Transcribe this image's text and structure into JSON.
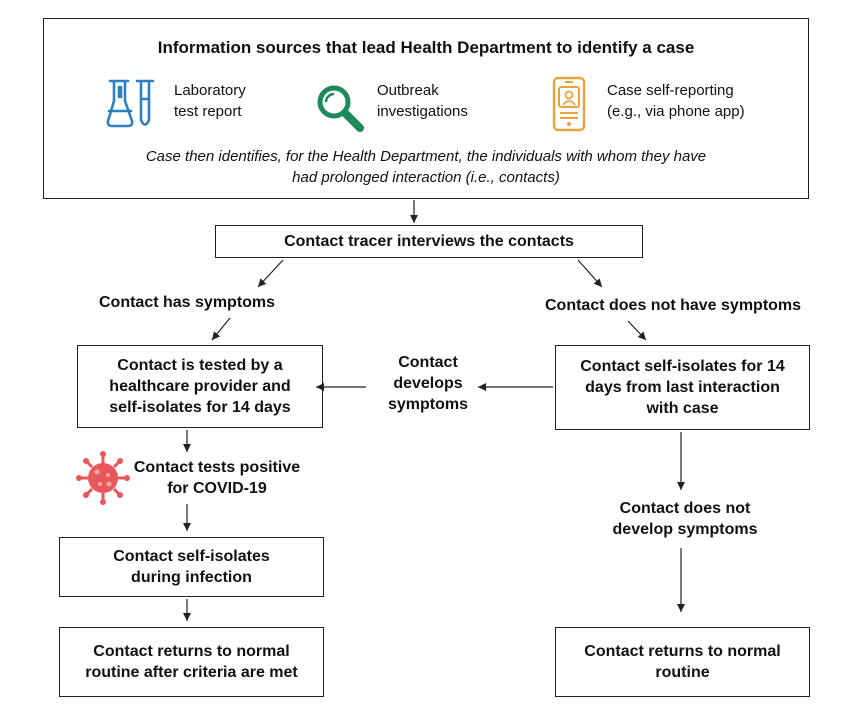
{
  "header": {
    "title": "Information sources that lead Health Department to identify a case",
    "sources": [
      {
        "label": "Laboratory\ntest report",
        "icon": "test-tubes-icon"
      },
      {
        "label": "Outbreak\ninvestigations",
        "icon": "magnifying-glass-icon"
      },
      {
        "label": "Case self-reporting\n(e.g., via phone app)",
        "icon": "phone-app-icon"
      }
    ],
    "note": "Case then identifies, for the Health Department, the individuals with whom they have\nhad prolonged interaction (i.e., contacts)"
  },
  "nodes": {
    "interview": "Contact tracer interviews the contacts",
    "has_symptoms": "Contact has symptoms",
    "no_symptoms": "Contact does not have symptoms",
    "tested": "Contact is tested by a\nhealthcare provider and\nself-isolates for 14 days",
    "develops": "Contact\ndevelops\nsymptoms",
    "self_isolates_14": "Contact self-isolates for 14\ndays from last interaction\nwith case",
    "tests_positive": "Contact tests positive\nfor COVID-19",
    "isolates_infection": "Contact self-isolates\nduring infection",
    "does_not_develop": "Contact does not\ndevelop symptoms",
    "returns_criteria": "Contact returns to normal\nroutine after criteria are met",
    "returns_normal": "Contact returns to normal\nroutine"
  },
  "colors": {
    "tube_blue": "#2e7fc0",
    "magnifier_green": "#1e8a5a",
    "phone_orange": "#e8a33a",
    "virus_red": "#e8585a",
    "line": "#222222"
  }
}
